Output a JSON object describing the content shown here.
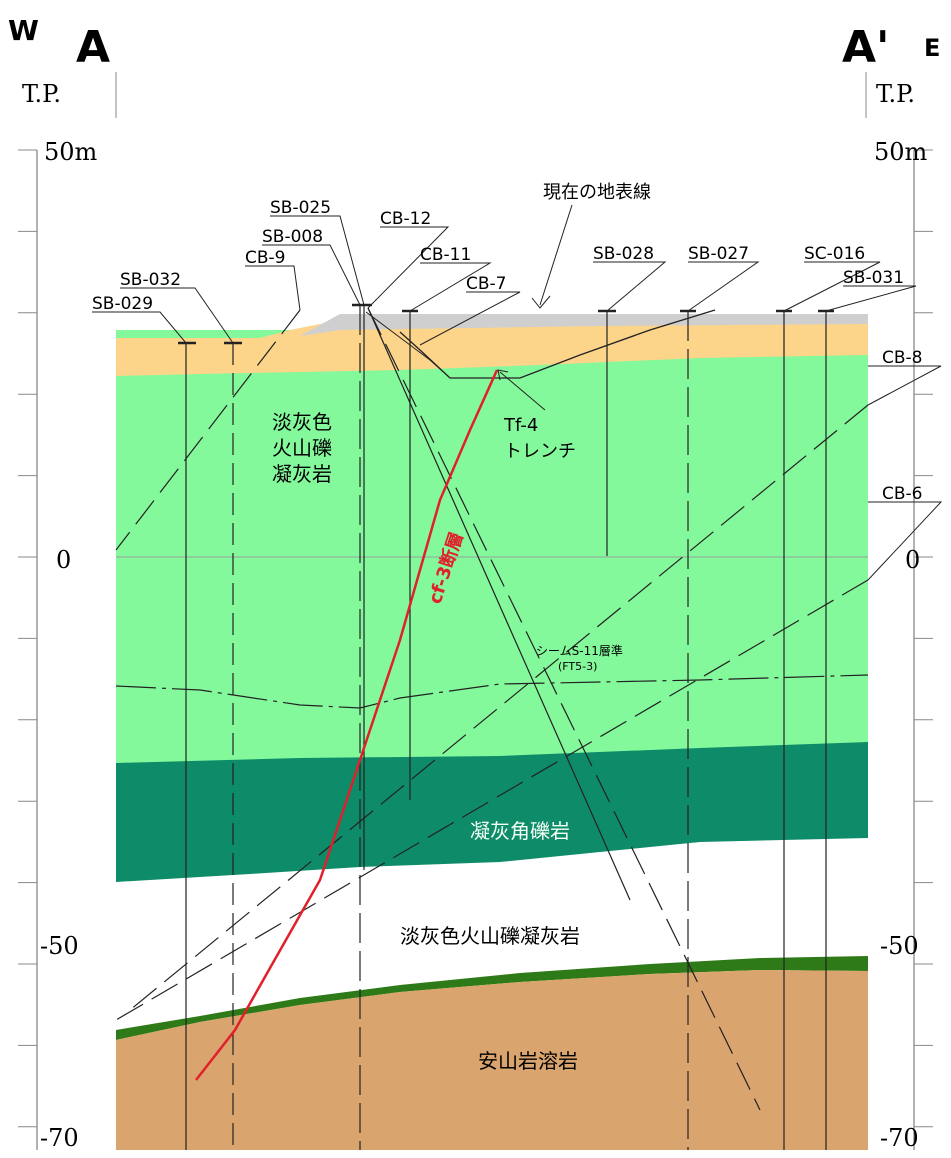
{
  "section": {
    "west": "W",
    "east": "E",
    "start_label": "A",
    "end_label": "A'"
  },
  "axis": {
    "datum": "T.P.",
    "unit_top": "50m",
    "left_ticks": [
      "0",
      "-50",
      "-70"
    ],
    "right_ticks": [
      "0",
      "-50",
      "-70"
    ],
    "range_m": [
      -70,
      50
    ]
  },
  "strata": {
    "upper_tuff": "淡灰色\n火山礫\n凝灰岩",
    "breccia": "凝灰角礫岩",
    "lower_tuff": "淡灰色火山礫凝灰岩",
    "andesite": "安山岩溶岩",
    "seam": "シームS-11層準",
    "seam_sub": "(FT5-3)"
  },
  "fault": {
    "label": "cf-3断層",
    "color": "#e0202a"
  },
  "trench": {
    "label_1": "Tf-4",
    "label_2": "トレンチ"
  },
  "surface_label": "現在の地表線",
  "boreholes": {
    "SB-029": "SB-029",
    "SB-032": "SB-032",
    "CB-9": "CB-9",
    "SB-008": "SB-008",
    "SB-025": "SB-025",
    "CB-12": "CB-12",
    "CB-11": "CB-11",
    "CB-7": "CB-7",
    "SB-028": "SB-028",
    "SB-027": "SB-027",
    "SC-016": "SC-016",
    "SB-031": "SB-031",
    "CB-8": "CB-8",
    "CB-6": "CB-6"
  },
  "colors": {
    "andesite": "#daa46e",
    "lower_tuff": "#84f99c",
    "breccia": "#0e8c6a",
    "upper_tuff": "#84f99c",
    "terrace": "#fcd48a",
    "fill": "#cfcfcf",
    "fault": "#e0202a"
  }
}
